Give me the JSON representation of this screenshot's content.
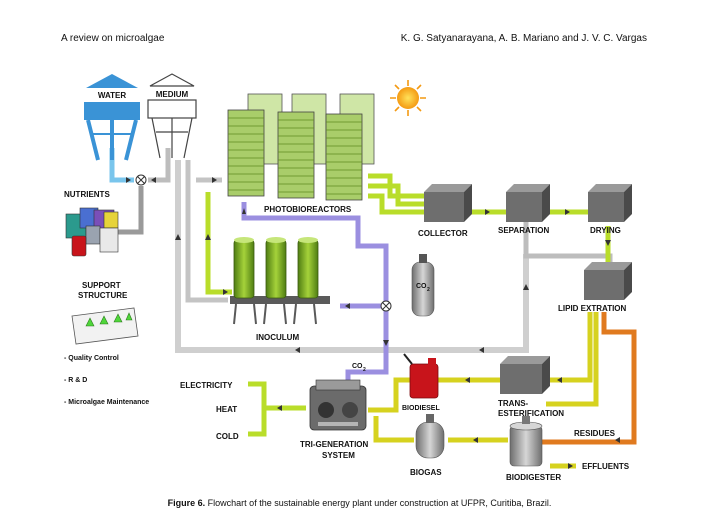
{
  "header": {
    "left": "A review on microalgae",
    "right": "K. G. Satyanarayana, A. B. Mariano and J. V. C. Vargas"
  },
  "labels": {
    "water": "WATER",
    "medium": "MEDIUM",
    "nutrients": "NUTRIENTS",
    "photobioreactors": "PHOTOBIOREACTORS",
    "collector": "COLLECTOR",
    "separation": "SEPARATION",
    "drying": "DRYING",
    "lipid_extraction": "LIPID EXTRATION",
    "support_structure_1": "SUPPORT",
    "support_structure_2": "STRUCTURE",
    "quality_control": "- Quality Control",
    "rnd": "- R & D",
    "maintenance": "- Microalgae Maintenance",
    "inoculum": "INOCULUM",
    "co2_tank": "CO",
    "co2_line": "CO",
    "co2_sub": "2",
    "electricity": "ELECTRICITY",
    "heat": "HEAT",
    "cold": "COLD",
    "trigeneration_1": "TRI-GENERATION",
    "trigeneration_2": "SYSTEM",
    "biodiesel": "BIODIESEL",
    "trans_1": "TRANS-",
    "trans_2": "ESTERIFICATION",
    "residues": "RESIDUES",
    "biogas": "BIOGAS",
    "biodigester": "BIODIGESTER",
    "effluents": "EFFLUENTS"
  },
  "caption": {
    "prefix": "Figure 6.",
    "text": " Flowchart of the sustainable energy plant under construction at UFPR, Curitiba, Brazil."
  },
  "colors": {
    "green_line": "#b9dd2a",
    "gray_line": "#bdbdbd",
    "blue_line": "#79c5ec",
    "purple_line": "#9b8fe0",
    "orange_line": "#e07a1f",
    "olive_line": "#d6d21f",
    "water_tower": "#3a93d6",
    "algae_green": "#8fc02a"
  }
}
